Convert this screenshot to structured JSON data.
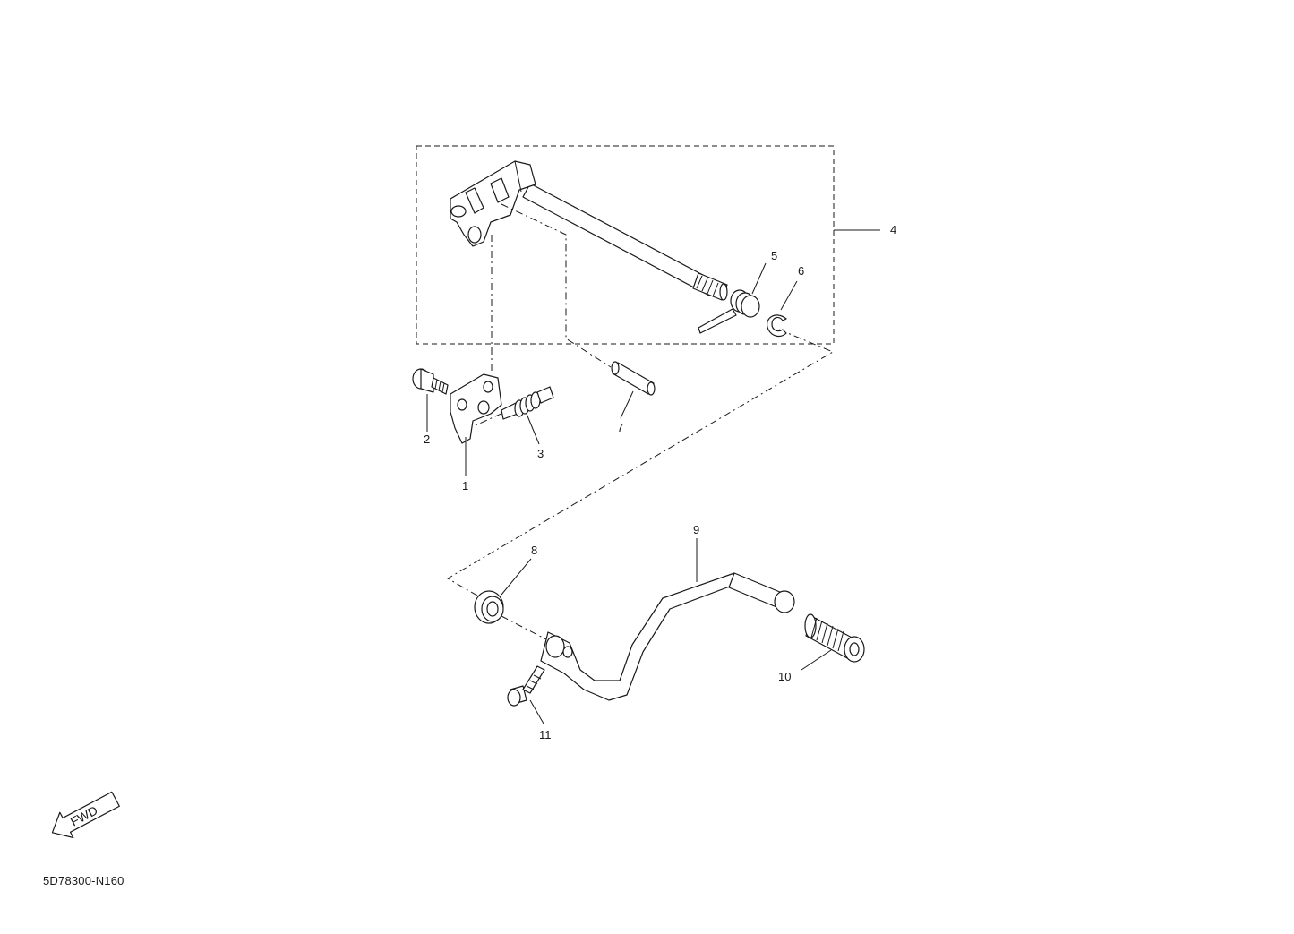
{
  "diagram": {
    "part_labels": {
      "p1": "1",
      "p2": "2",
      "p3": "3",
      "p4": "4",
      "p5": "5",
      "p6": "6",
      "p7": "7",
      "p8": "8",
      "p9": "9",
      "p10": "10",
      "p11": "11"
    },
    "direction_badge": "FWD",
    "document_code": "5D78300-N160"
  }
}
